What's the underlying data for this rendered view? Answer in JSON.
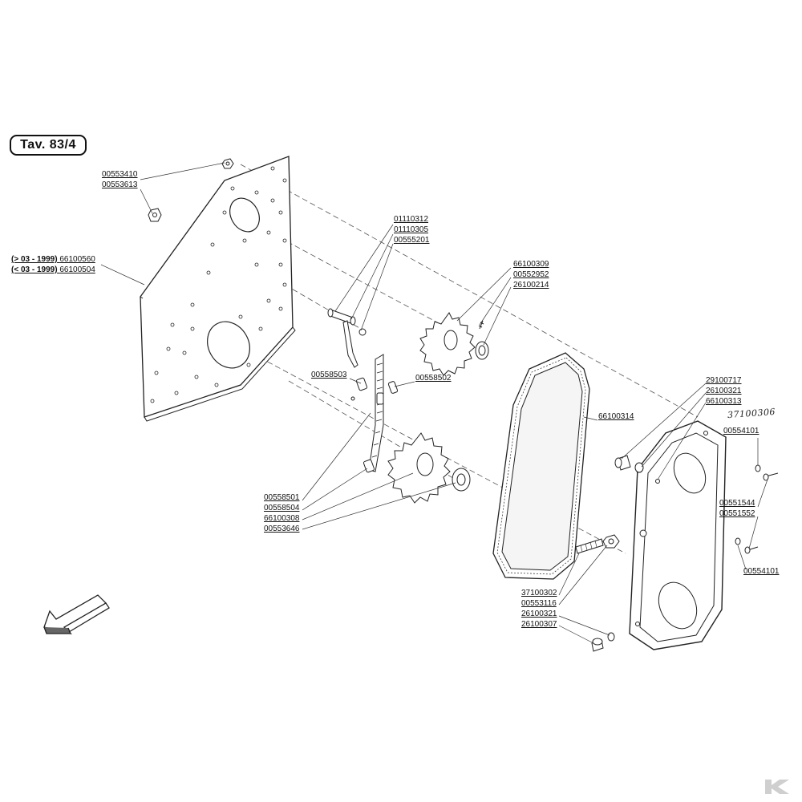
{
  "title": "Tav. 83/4",
  "handwritten_note": "37100306",
  "labels": {
    "l00553410": "00553410",
    "l00553613": "00553613",
    "plate_after_prefix": "(> 03 - 1999)",
    "plate_after_code": "66100560",
    "plate_before_prefix": "(< 03 - 1999)",
    "plate_before_code": "66100504",
    "l01110312": "01110312",
    "l01110305": "01110305",
    "l00555201": "00555201",
    "l66100309": "66100309",
    "l00552952": "00552952",
    "l26100214": "26100214",
    "l00558503": "00558503",
    "l00558502": "00558502",
    "l66100314": "66100314",
    "l29100717": "29100717",
    "l26100321a": "26100321",
    "l66100313": "66100313",
    "l00554101a": "00554101",
    "l00551544": "00551544",
    "l00551552": "00551552",
    "l00554101b": "00554101",
    "l00558501": "00558501",
    "l00558504": "00558504",
    "l66100308": "66100308",
    "l00553646": "00553646",
    "l37100302": "37100302",
    "l00553116": "00553116",
    "l26100321b": "26100321",
    "l26100307": "26100307"
  }
}
